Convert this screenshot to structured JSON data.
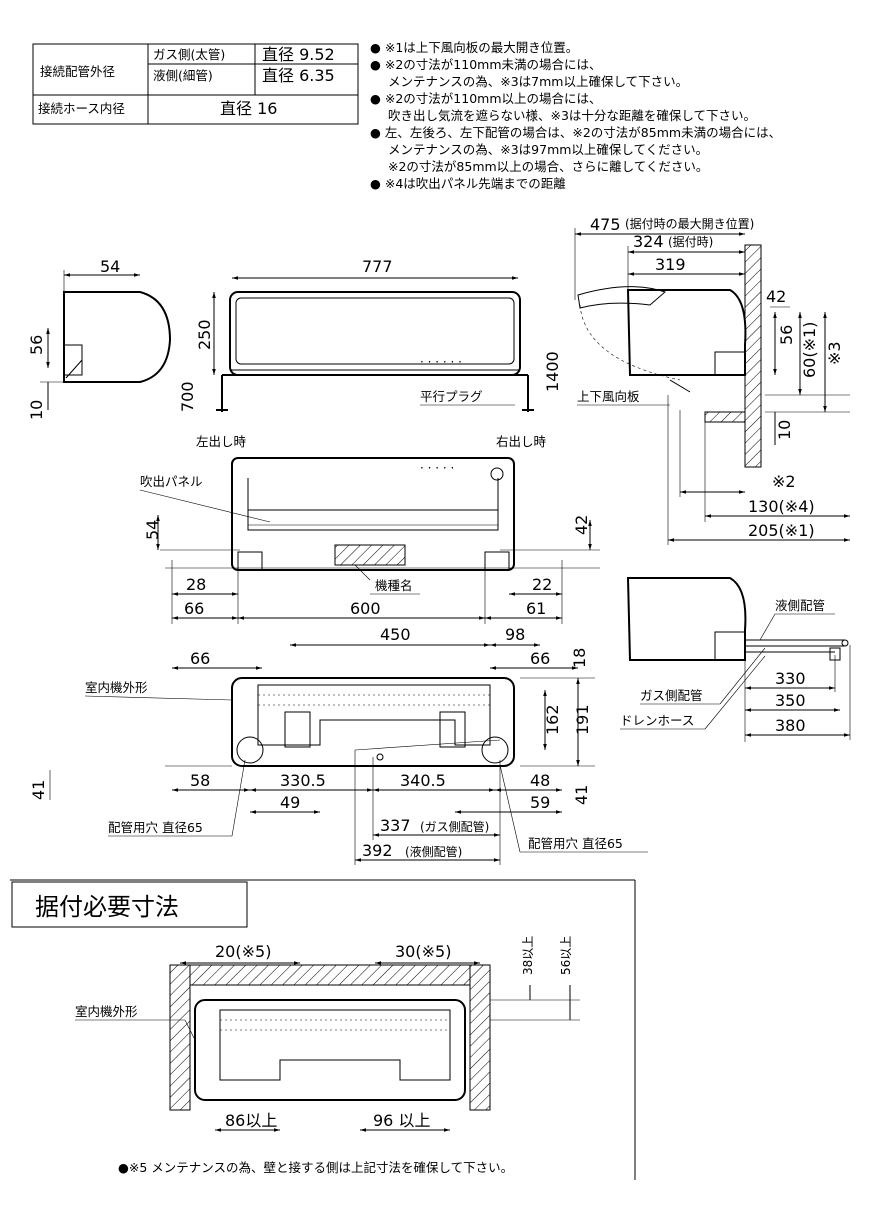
{
  "spec_table": {
    "row1_label": "接続配管外径",
    "gas_label": "ガス側(太管)",
    "gas_value": "直径 9.52",
    "liquid_label": "液側(細管)",
    "liquid_value": "直径 6.35",
    "row2_label": "接続ホース内径",
    "hose_value": "直径 16"
  },
  "notes": [
    "● ※1は上下風向板の最大開き位置。",
    "● ※2の寸法が110mm未満の場合には、",
    "メンテナンスの為、※3は7mm以上確保して下さい。",
    "● ※2の寸法が110mm以上の場合には、",
    "吹き出し気流を遮らない様、※3は十分な距離を確保して下さい。",
    "● 左、左後ろ、左下配管の場合は、※2の寸法が85mm未満の場合には、",
    "メンテナンスの為、※3は97mm以上確保してください。",
    "※2の寸法が85mm以上の場合、さらに離してください。",
    "● ※4は吹出パネル先端までの距離"
  ],
  "front_view": {
    "width": "777",
    "height": "250",
    "left_drop": "700",
    "right_drop": "1400",
    "plug_label": "平行プラグ",
    "left_label": "左出し時",
    "right_label": "右出し時"
  },
  "side_small": {
    "w": "54",
    "h": "56",
    "b": "10"
  },
  "side_right": {
    "d475": "475",
    "d475_note": "(据付時の最大開き位置)",
    "d324": "324",
    "d324_note": "(据付時)",
    "d319": "319",
    "d42": "42",
    "d56": "56",
    "d60": "60(※1)",
    "d3": "※3",
    "d10": "10",
    "louver": "上下風向板",
    "d2": "※2",
    "d130": "130(※4)",
    "d205": "205(※1)"
  },
  "bottom_view": {
    "panel_label": "吹出パネル",
    "d54": "54",
    "d42": "42",
    "d28": "28",
    "d22": "22",
    "d66": "66",
    "d600": "600",
    "d61": "61",
    "model_label": "機種名"
  },
  "back_view": {
    "d450": "450",
    "d98": "98",
    "d66a": "66",
    "d66b": "66",
    "d18": "18",
    "outline_label": "室内機外形",
    "d162": "162",
    "d191": "191",
    "d41a": "41",
    "d58": "58",
    "d3305": "330.5",
    "d3405": "340.5",
    "d48": "48",
    "d41b": "41",
    "d49": "49",
    "d59": "59",
    "d337": "337",
    "d337_note": "(ガス側配管)",
    "d392": "392",
    "d392_note": "(液側配管)",
    "hole_left": "配管用穴 直径65",
    "hole_right": "配管用穴 直径65"
  },
  "piping": {
    "liquid": "液側配管",
    "gas": "ガス側配管",
    "drain": "ドレンホース",
    "d330": "330",
    "d350": "350",
    "d380": "380"
  },
  "install": {
    "title": "据付必要寸法",
    "d20": "20(※5)",
    "d30": "30(※5)",
    "d38": "38以上",
    "d56": "56以上",
    "outline_label": "室内機外形",
    "d86": "86以上",
    "d96": "96 以上",
    "footnote": "●※5 メンテナンスの為、壁と接する側は上記寸法を確保して下さい。"
  }
}
